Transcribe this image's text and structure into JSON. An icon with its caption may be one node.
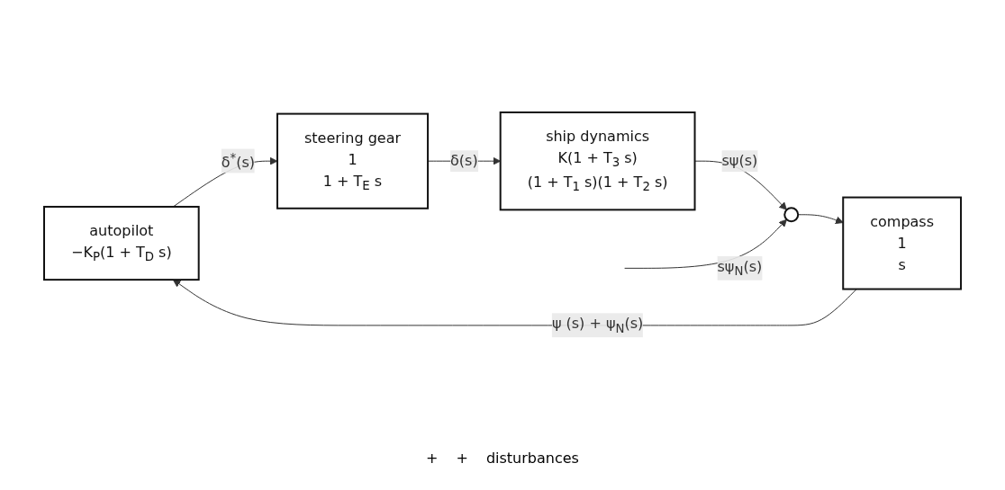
{
  "diagram": {
    "nodes": [
      {
        "text": [
          "autopilot",
          "−K$_{P}$(1 + T$_{D}$ s)"
        ]
      },
      {
        "text": [
          "steering gear",
          "1",
          "1 + T$_{E}$ s"
        ]
      },
      {
        "text": [
          "ship dynamics",
          "K(1 + T$_{3}$ s)",
          "(1 + T$_{1}$ s)(1 + T$_{2}$ s)"
        ]
      },
      {
        "text": [
          "compass",
          "1",
          "s"
        ]
      },
      {
        "text": [],
        "shape": "circle",
        "beside": [
          "+",
          "+",
          "disturbances"
        ]
      }
    ],
    "edges": [
      {
        "from": 0,
        "to": 1,
        "arrow": "to",
        "label": "δ$^{*}$(s)"
      },
      {
        "from": 1,
        "to": 2,
        "arrow": "to",
        "label": "δ(s)"
      },
      {
        "from": 2,
        "to": 4,
        "arrow": "to",
        "label": "sψ(s)"
      },
      {
        "from": 4,
        "to": 3,
        "arrow": "to"
      },
      {
        "from": 3,
        "to": 0,
        "arrow": "to",
        "label": "ψ (s) + ψ$_{N}$(s)"
      },
      {
        "from": null,
        "to": 4,
        "arrow": "to",
        "label": "sψ$_{N}$(s)"
      }
    ]
  }
}
